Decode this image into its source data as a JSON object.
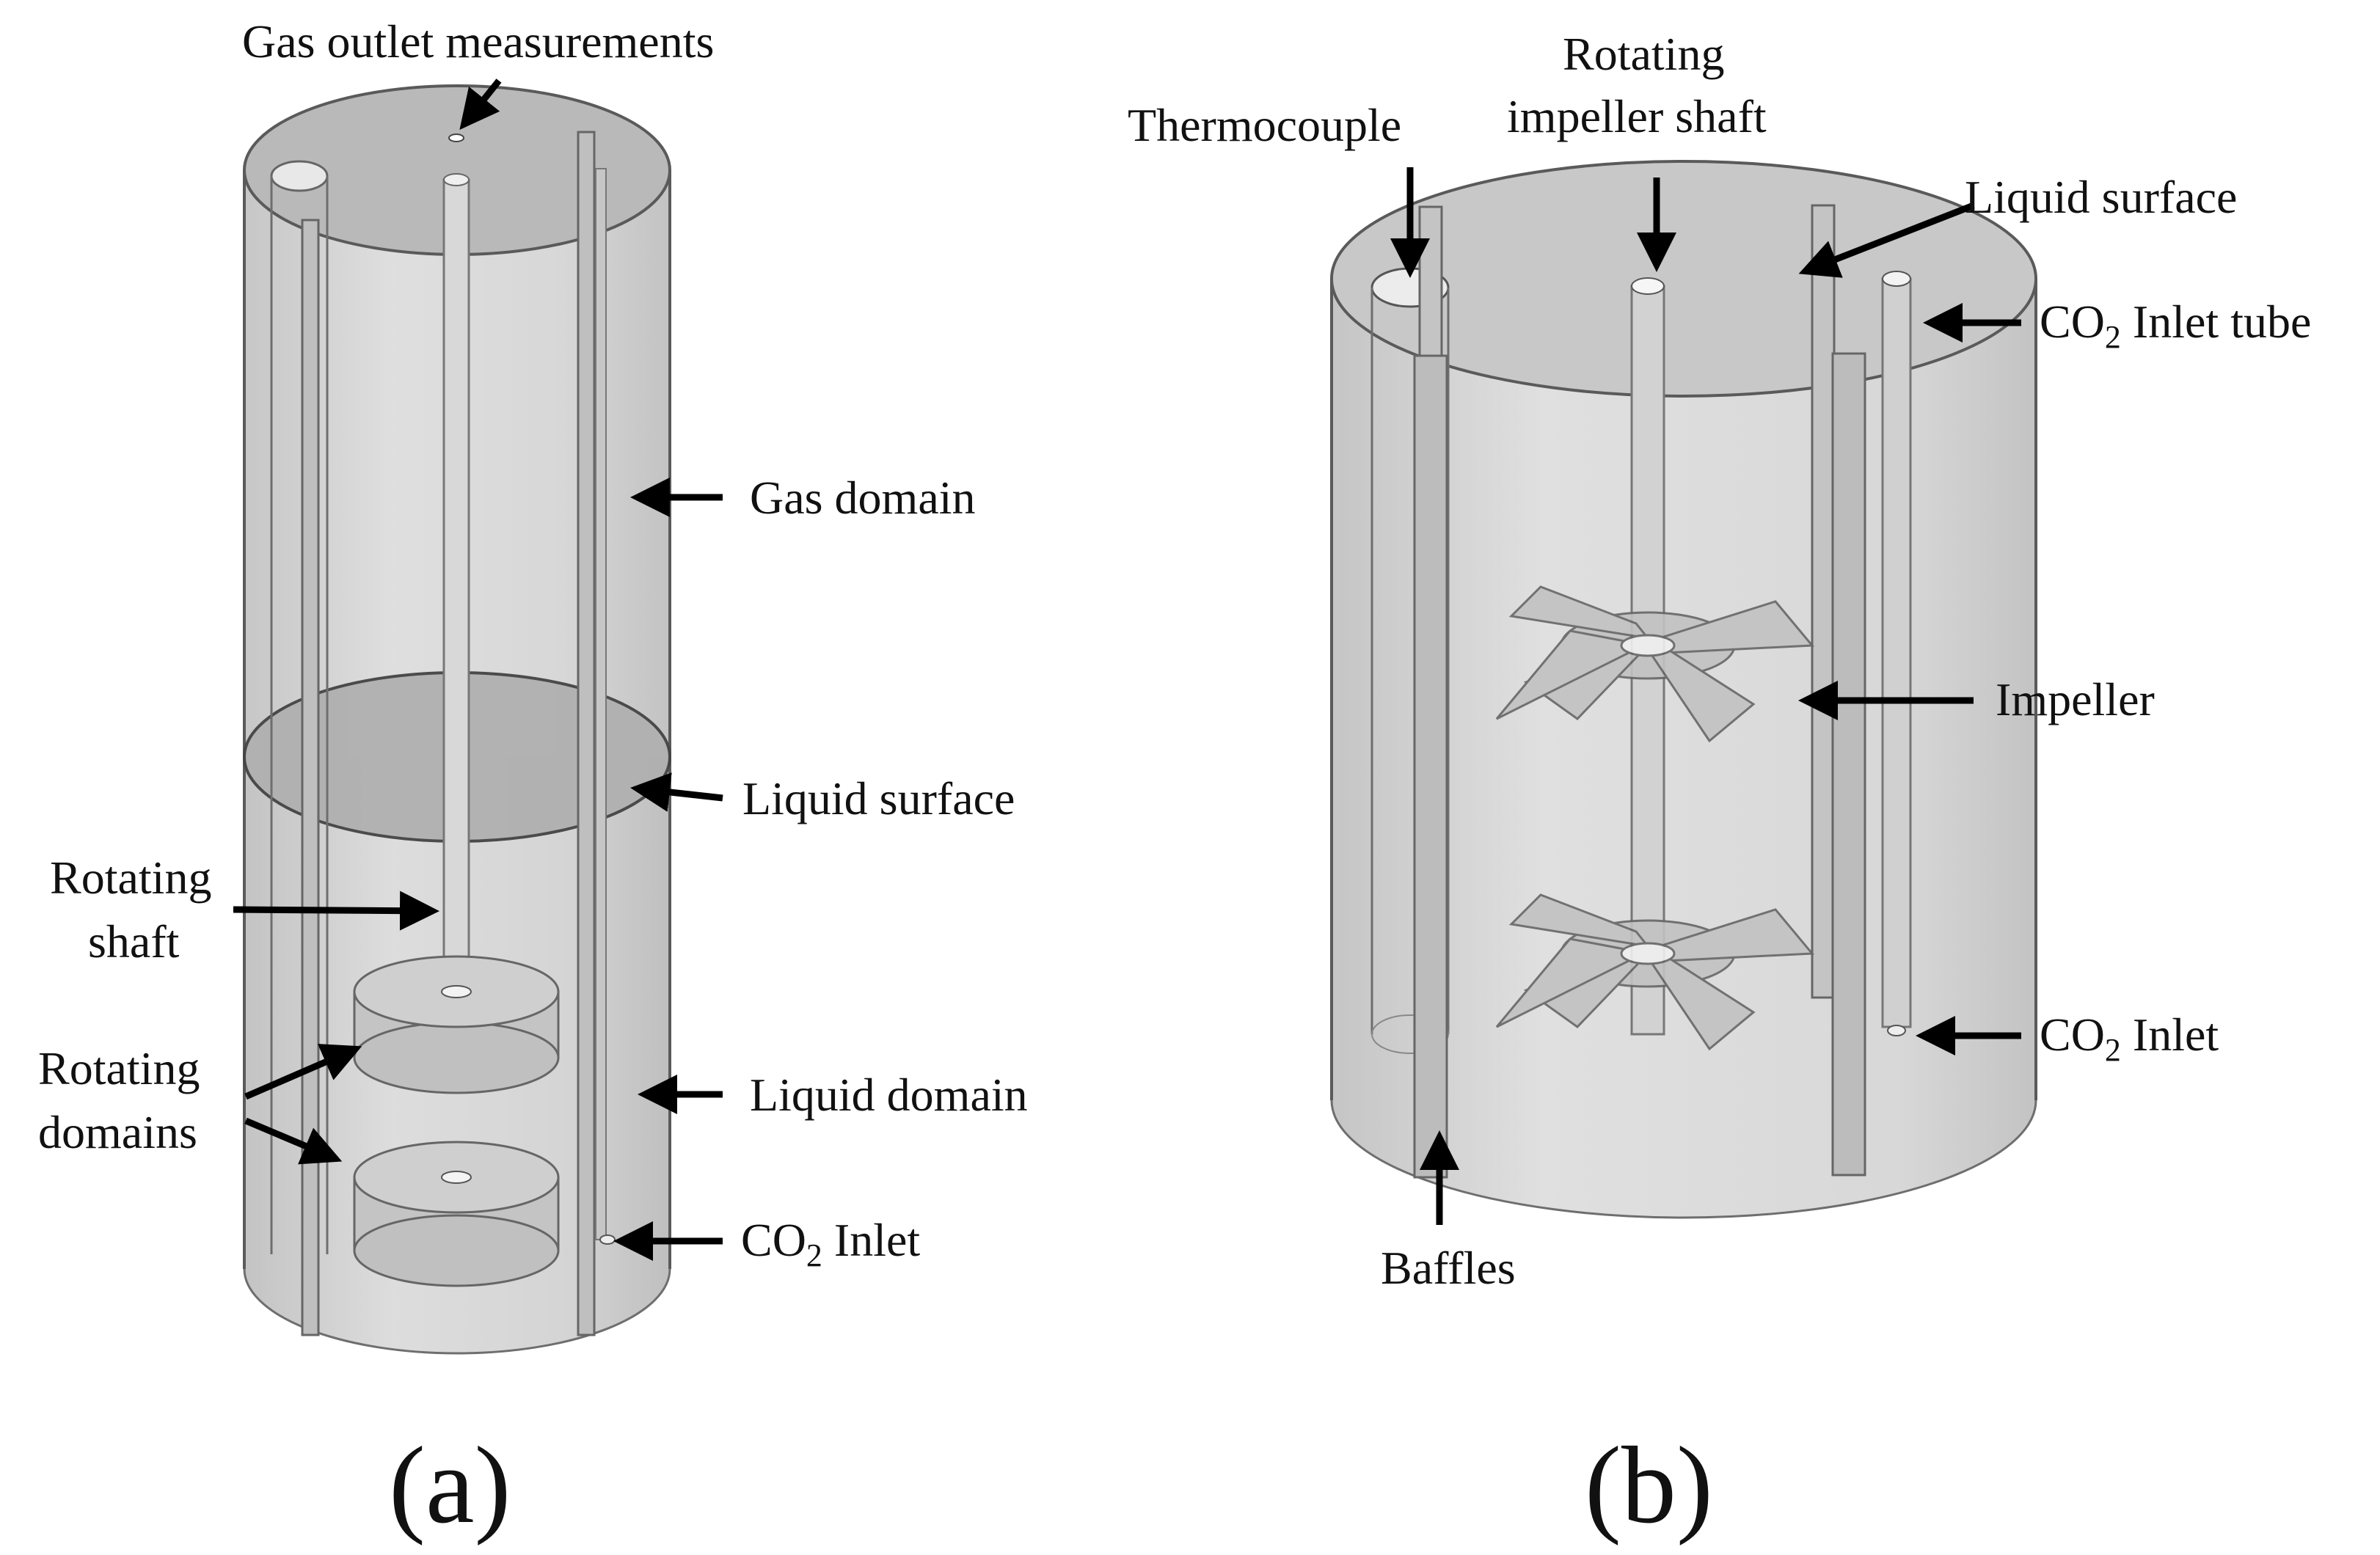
{
  "panels": {
    "a": {
      "label": "(a)",
      "annotations": {
        "gas_outlet": "Gas outlet measurements",
        "gas_domain": "Gas domain",
        "liquid_surface": "Liquid surface",
        "rotating_shaft_line1": "Rotating",
        "rotating_shaft_line2": "shaft",
        "rotating_domains_line1": "Rotating",
        "rotating_domains_line2": "domains",
        "liquid_domain": "Liquid domain",
        "co2_inlet_prefix": "CO",
        "co2_inlet_sub": "2",
        "co2_inlet_suffix": " Inlet"
      }
    },
    "b": {
      "label": "(b)",
      "annotations": {
        "thermocouple": "Thermocouple",
        "shaft_line1": "Rotating",
        "shaft_line2": "impeller shaft",
        "liquid_surface": "Liquid surface",
        "co2_tube_prefix": "CO",
        "co2_tube_sub": "2",
        "co2_tube_suffix": " Inlet tube",
        "impeller": "Impeller",
        "co2_inlet_prefix": "CO",
        "co2_inlet_sub": "2",
        "co2_inlet_suffix": " Inlet",
        "baffles": "Baffles"
      }
    }
  },
  "colors": {
    "gas_body": "#c9c9c9",
    "liquid_body": "#d3d3d3",
    "surface_disk": "#b4b4b4",
    "outline": "#5a5a5a",
    "arrow": "#000000"
  }
}
